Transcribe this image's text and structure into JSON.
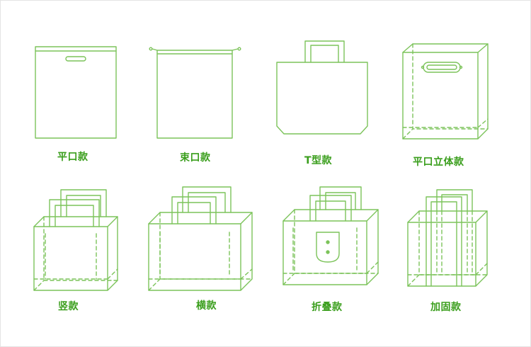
{
  "bag_styles": [
    {
      "label": "平口款"
    },
    {
      "label": "束口款"
    },
    {
      "label": "T型款"
    },
    {
      "label": "平口立体款"
    },
    {
      "label": "竖款"
    },
    {
      "label": "横款"
    },
    {
      "label": "折叠款"
    },
    {
      "label": "加固款"
    }
  ],
  "colors": {
    "outline": "#7cc35a",
    "label": "#3a9e1c"
  }
}
